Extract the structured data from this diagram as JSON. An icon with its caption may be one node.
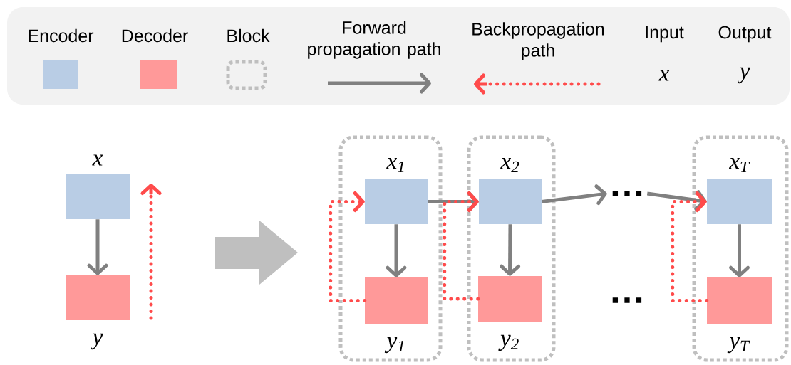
{
  "diagram": {
    "nodes": [
      {
        "text": [],
        "shape": "box",
        "beside": [
          "x"
        ]
      },
      {
        "text": [],
        "shape": "box",
        "beside": [
          "y"
        ]
      },
      {
        "text": [],
        "shape": "box"
      },
      {
        "text": [],
        "shape": "box",
        "in": 2,
        "beside": [
          "x$_{1}$"
        ]
      },
      {
        "text": [],
        "shape": "box",
        "in": 2,
        "beside": [
          "y$_{1}$"
        ]
      },
      {
        "text": [],
        "shape": "box"
      },
      {
        "text": [],
        "shape": "box",
        "in": 5,
        "beside": [
          "x$_{2}$"
        ]
      },
      {
        "text": [],
        "shape": "box",
        "in": 5,
        "beside": [
          "y$_{2}$"
        ]
      },
      {
        "text": [],
        "shape": "box"
      },
      {
        "text": [],
        "shape": "box",
        "in": 8,
        "beside": [
          "x$_{T}$"
        ]
      },
      {
        "text": [],
        "shape": "box",
        "in": 8,
        "beside": [
          "y$_{T}$"
        ]
      },
      {
        "text": [
          "…"
        ]
      }
    ],
    "edges": [
      {
        "from": 0,
        "to": 1,
        "arrow": "to"
      },
      {
        "from": 3,
        "to": 4,
        "arrow": "to"
      },
      {
        "from": 3,
        "to": 6,
        "arrow": "to"
      },
      {
        "from": 6,
        "to": 11,
        "arrow": "to"
      },
      {
        "from": 11,
        "to": 9,
        "arrow": "to"
      },
      {
        "from": 6,
        "to": 7,
        "arrow": "to"
      },
      {
        "from": 9,
        "to": 10,
        "arrow": "to"
      },
      {
        "from": 4,
        "to": 3,
        "arrow": "to",
        "style": "dashed",
        "color": "#ff4b4b"
      },
      {
        "from": 7,
        "to": 6,
        "arrow": "to",
        "style": "dashed",
        "color": "#ff4b4b"
      },
      {
        "from": 10,
        "to": 9,
        "arrow": "to",
        "style": "dashed",
        "color": "#ff4b4b"
      }
    ],
    "labels": [
      "x",
      "y",
      "…"
    ],
    "legend": [
      {
        "text": "Encoder",
        "color": "#b9cde5"
      },
      {
        "text": "Decoder",
        "color": "#ff9999"
      },
      {
        "text": "Block"
      },
      {
        "text": "Forward propagation path"
      },
      {
        "text": "Backpropagation path"
      },
      {
        "text": "Input"
      },
      {
        "text": "Output"
      }
    ]
  }
}
